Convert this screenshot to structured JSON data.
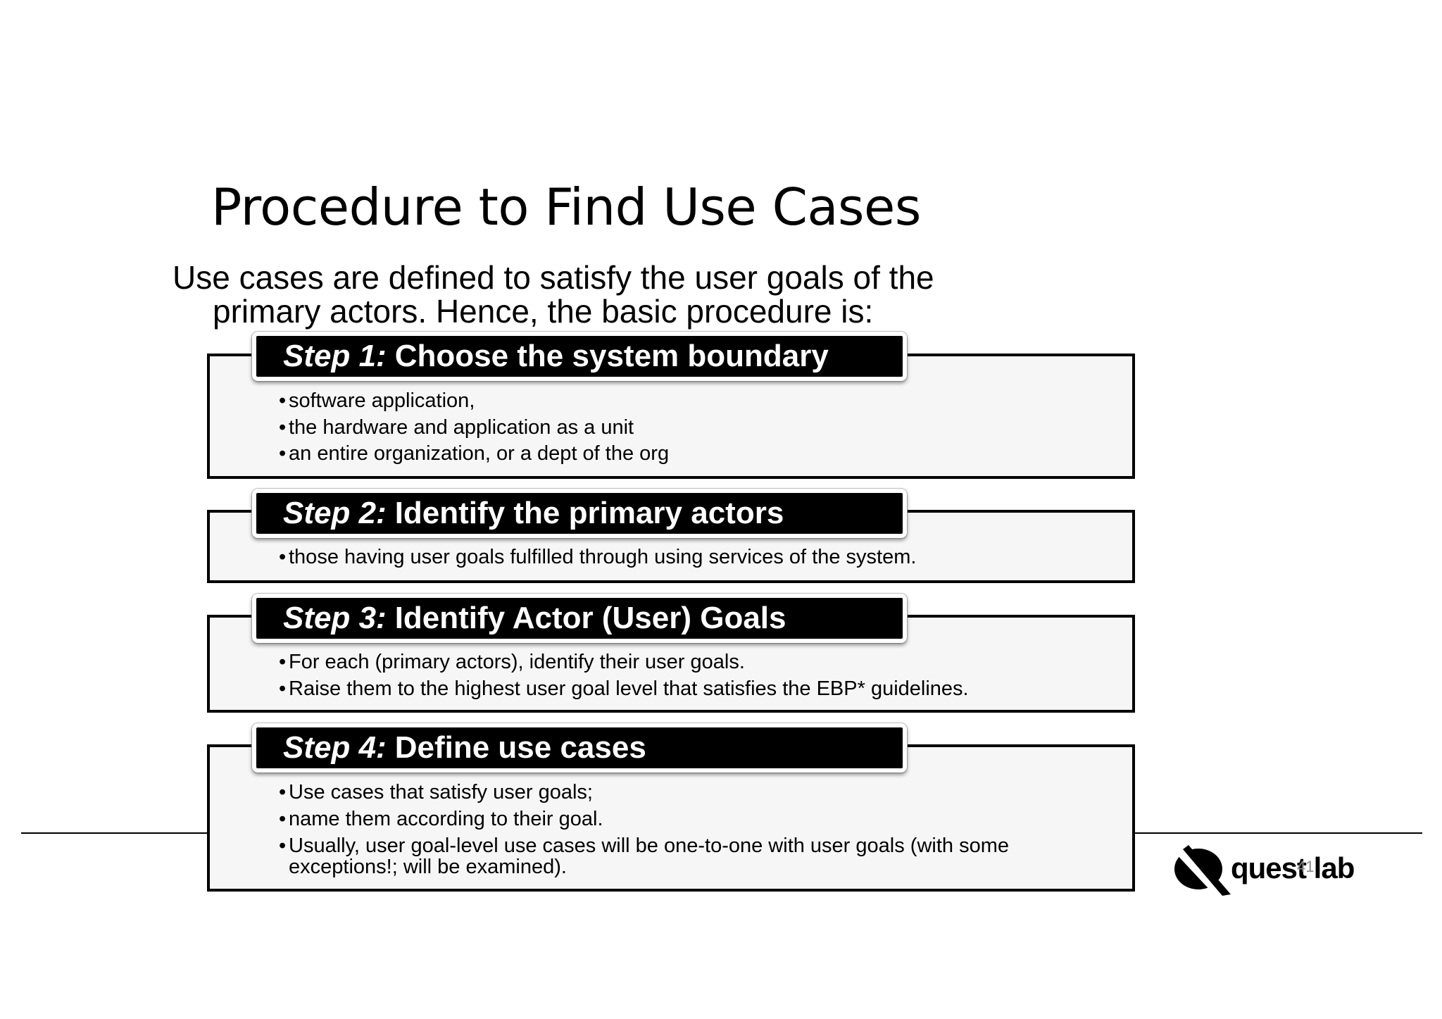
{
  "slide": {
    "title": "Procedure to Find Use Cases",
    "intro_line1": "Use cases are defined to satisfy the user goals of the",
    "intro_line2": "primary actors. Hence, the basic procedure is:",
    "page_number": "41"
  },
  "steps": [
    {
      "step": "Step 1:",
      "title": "Choose the system boundary",
      "bullets": [
        "software application,",
        "the hardware and application as a unit",
        "an entire organization, or a dept of the org"
      ]
    },
    {
      "step": "Step 2:",
      "title": "Identify the primary actors",
      "bullets": [
        "those having user goals fulfilled through using services of the system."
      ]
    },
    {
      "step": "Step 3:",
      "title": "Identify Actor (User) Goals",
      "bullets": [
        "For each (primary actors), identify their user goals.",
        "Raise them to the highest user goal level that satisfies the EBP* guidelines."
      ]
    },
    {
      "step": "Step 4:",
      "title": "Define use cases",
      "bullets": [
        "Use cases that satisfy user goals;",
        "name them according to their goal.",
        "Usually, user goal-level use cases will be one-to-one with user goals (with some exceptions!; will be examined)."
      ]
    }
  ],
  "logo": {
    "text": "quest lab",
    "icon": "quest-lab-q-icon"
  }
}
